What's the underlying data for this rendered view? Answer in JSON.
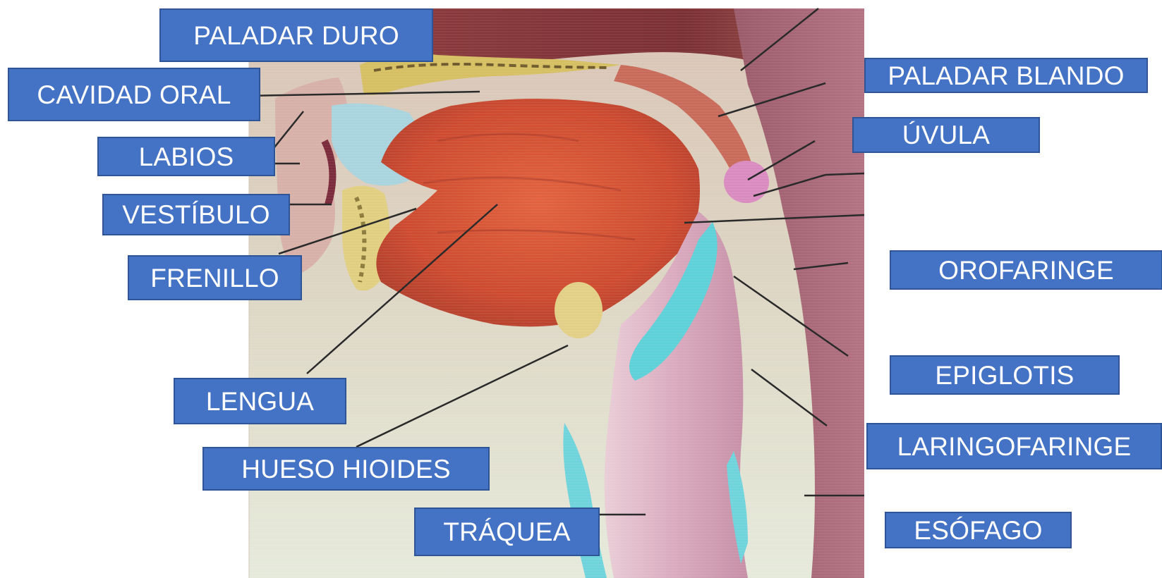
{
  "diagram": {
    "labels": {
      "paladar_duro": "PALADAR DURO",
      "cavidad_oral": "CAVIDAD ORAL",
      "labios": "LABIOS",
      "vestibulo": "VESTÍBULO",
      "frenillo": "FRENILLO",
      "lengua": "LENGUA",
      "hueso_hioides": "HUESO HIOIDES",
      "traquea": "TRÁQUEA",
      "paladar_blando": "PALADAR BLANDO",
      "uvula": "ÚVULA",
      "orofaringe": "OROFARINGE",
      "epiglotis": "EPIGLOTIS",
      "laringofaringe": "LARINGOFARINGE",
      "esofago": "ESÓFAGO"
    },
    "colors": {
      "label_fill": "#4472c4",
      "label_border": "#2f5597",
      "label_text": "#ffffff",
      "leader_line": "#2a2a2a"
    }
  }
}
